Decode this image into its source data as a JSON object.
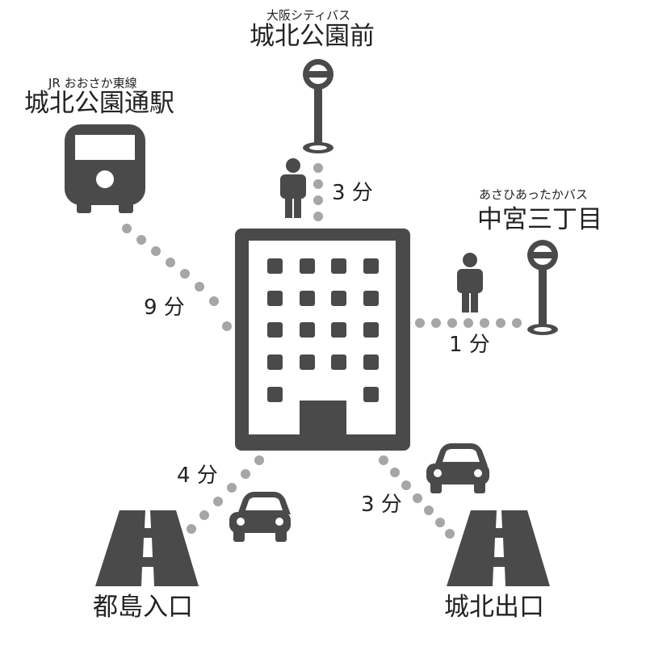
{
  "stations": {
    "train": {
      "line": "JR おおさか東線",
      "name": "城北公園通駅"
    },
    "bus_north": {
      "line": "大阪シティバス",
      "name": "城北公園前"
    },
    "bus_east": {
      "line": "あさひあったかバス",
      "name": "中宮三丁目"
    },
    "highway_entrance": {
      "name": "都島入口"
    },
    "highway_exit": {
      "name": "城北出口"
    }
  },
  "times": {
    "train": "9 分",
    "bus_north": "3 分",
    "bus_east": "1 分",
    "highway_entrance": "4 分",
    "highway_exit": "3 分"
  },
  "colors": {
    "icon": "#4a4a4a",
    "route_dots": "#a6a6a6",
    "text": "#222222",
    "background": "#ffffff"
  },
  "icons": {
    "building": "building-icon",
    "train": "train-icon",
    "bus_stop": "bus-stop-icon",
    "walking_person": "walking-person-icon",
    "car": "car-icon",
    "highway": "highway-icon"
  }
}
